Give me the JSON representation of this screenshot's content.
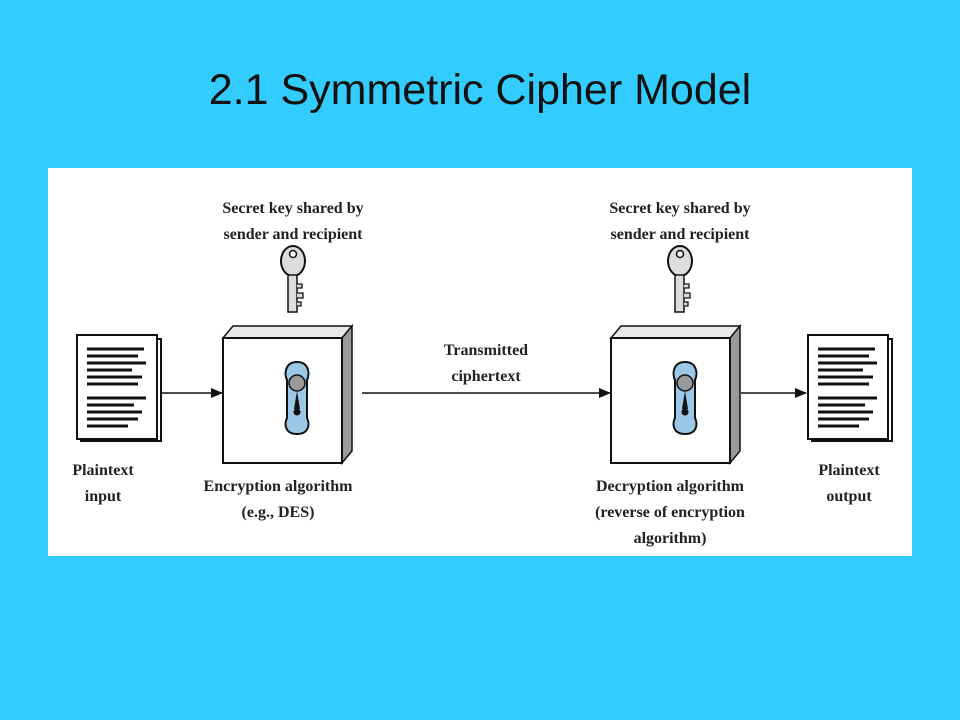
{
  "title": "2.1 Symmetric Cipher Model",
  "colors": {
    "background": "#33ccff",
    "panel": "#ffffff",
    "keyhole_plate": "#9cc8e8"
  },
  "diagram": {
    "key_left": {
      "line1": "Secret key shared by",
      "line2": "sender and recipient",
      "icon": "key-icon"
    },
    "key_right": {
      "line1": "Secret key shared by",
      "line2": "sender and recipient",
      "icon": "key-icon"
    },
    "transmitted": {
      "line1": "Transmitted",
      "line2": "ciphertext"
    },
    "plaintext_input": {
      "line1": "Plaintext",
      "line2": "input",
      "icon": "document-icon"
    },
    "encryption": {
      "line1": "Encryption algorithm",
      "line2": "(e.g., DES)",
      "icon": "lock-box-icon"
    },
    "decryption": {
      "line1": "Decryption algorithm",
      "line2": "(reverse of encryption",
      "line3": "algorithm)",
      "icon": "lock-box-icon"
    },
    "plaintext_output": {
      "line1": "Plaintext",
      "line2": "output",
      "icon": "document-icon"
    }
  }
}
